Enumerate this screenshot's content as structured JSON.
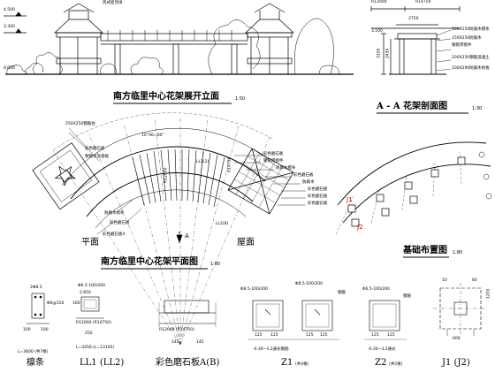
{
  "drawing": {
    "elevation": {
      "title": "南方临里中心花架展开立面",
      "scale": "1:50",
      "levels": [
        "4.500",
        "3.300",
        "0.000"
      ],
      "note": "风式屋顶详"
    },
    "section": {
      "title": "A - A 花架剖面图",
      "scale": "1:30",
      "top_dims": [
        "R12000",
        "R14750"
      ],
      "level": "3.100",
      "width_dim": "2750",
      "heights": [
        "3100",
        "2450"
      ],
      "callouts": [
        "100X150防腐木檩条",
        "150X250防腐木",
        "钢管焊接件",
        "200X250钢筋混凝土",
        "100X290防腐木地板"
      ]
    },
    "plan": {
      "title": "南方临里中心花架平面图",
      "scale": "1:80",
      "dims": [
        "10°X6=60°",
        "250X250钢筋柱",
        "R12000",
        "R14750"
      ],
      "beam_tags": [
        "LL1(2)",
        "LL2(8)"
      ],
      "left_callouts": [
        "彩色磨石板",
        "钢管水泥基础",
        "防腐木檩条",
        "彩色磨石板"
      ],
      "right_callouts": [
        "彩色磨石板",
        "钢管焊接件",
        "防腐木檩条",
        "彩色磨石板",
        "防腐木",
        "彩色磨石板",
        "彩色磨石板",
        "彩色磨石板"
      ],
      "bottom_callout": "彩色磨石板A",
      "word_plan": "平面",
      "word_roof": "屋面",
      "section_mark": "A"
    },
    "foundation": {
      "title": "基础布置图",
      "scale": "1:80",
      "tags": [
        "J1",
        "J2"
      ]
    },
    "details": [
      {
        "caption": "檩条",
        "notes": [
          "2Φ8.5",
          "Φ6@150",
          "L=3600 (共7根)"
        ],
        "dims": [
          "100",
          "100"
        ]
      },
      {
        "caption": "LL1 (LL2)",
        "notes": [
          "Φ6.5-100/200",
          "2.850",
          "R12000 (R14750)",
          "L=3456 (L=13195)"
        ],
        "dims": [
          "160",
          "250"
        ]
      },
      {
        "caption": "彩色磨石板A(B)",
        "notes": [
          "R12000 (R14750)"
        ],
        "dims": [
          "145",
          "145"
        ]
      },
      {
        "caption": "Z1",
        "notes": [
          "Φ8.5-100/200",
          "Φ8.5-100/200",
          "钢筋",
          "-0.30~3.2通长钢筋"
        ],
        "dims": [
          "125",
          "125",
          "125",
          "125"
        ],
        "caption_note": "(共4根)"
      },
      {
        "caption": "Z2",
        "notes": [
          "Φ6.5-100/200",
          "钢筋",
          "-0.30~3.2通长"
        ],
        "dims": [
          "125",
          "125"
        ],
        "caption_note": "(共5根)"
      },
      {
        "caption": "J1 (J2)",
        "notes": [
          "1200",
          "600"
        ],
        "dims": [
          "10",
          "60"
        ]
      }
    ]
  }
}
